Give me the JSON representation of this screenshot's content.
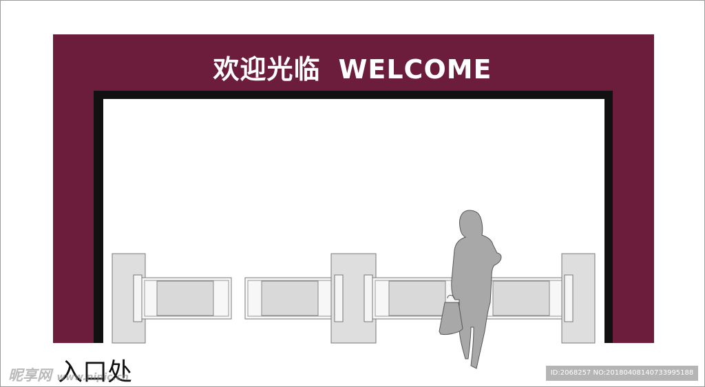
{
  "sign": {
    "cn": "欢迎光临",
    "en": "WELCOME"
  },
  "entrance_label": "入口处",
  "watermark": {
    "logo": "昵享网",
    "url": "www.nipic.cn"
  },
  "image_id": "ID:2068257 NO:20180408140733995188",
  "colors": {
    "arch": "#6c1d3c",
    "opening_frame": "#111111",
    "gate": "#d9d9d9",
    "silhouette": "#a8a8a8"
  },
  "icons": [
    "person-silhouette-icon",
    "handbag-icon"
  ]
}
